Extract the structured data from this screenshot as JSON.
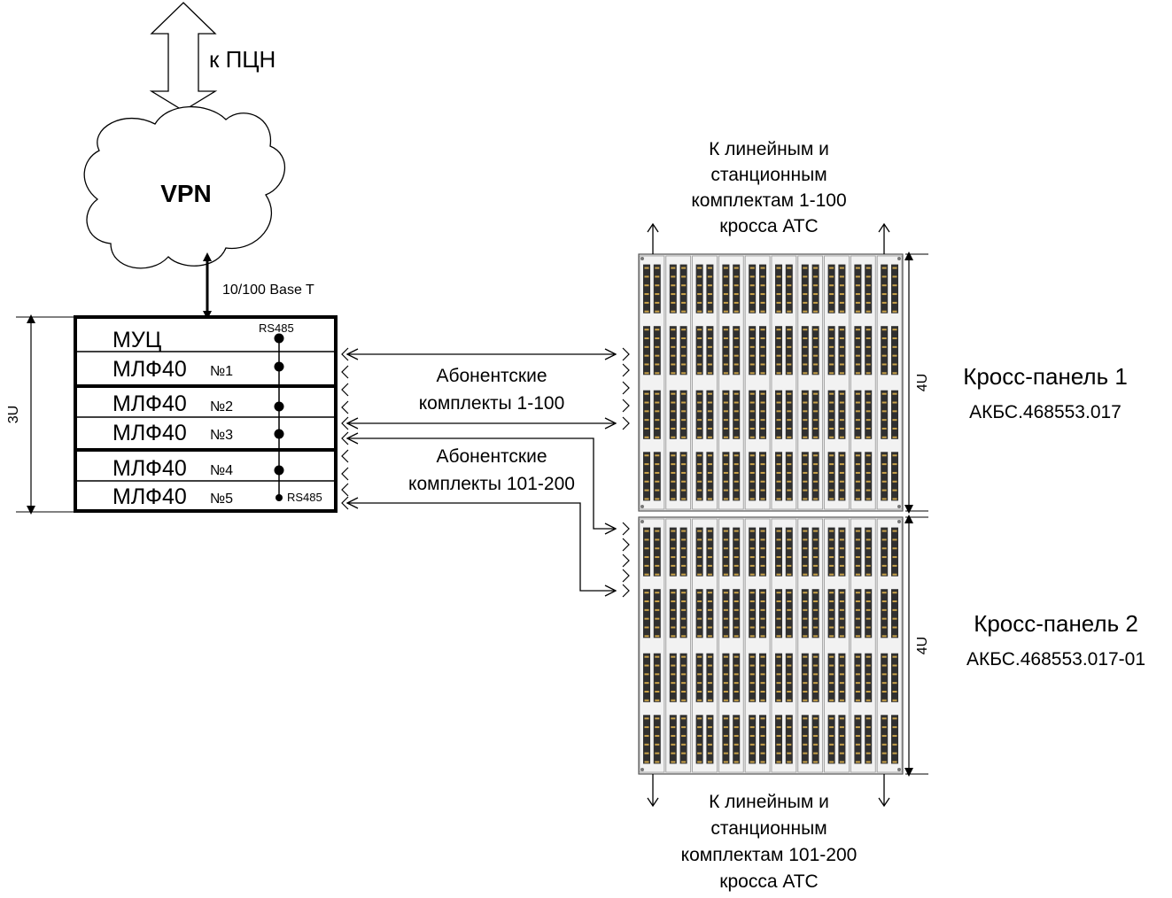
{
  "top_arrow_label": "к ПЦН",
  "cloud_label": "VPN",
  "link_label": "10/100 Base T",
  "rack": {
    "height_label": "3U",
    "rs485_top": "RS485",
    "rs485_bottom": "RS485",
    "modules": [
      {
        "name": "МУЦ",
        "num": ""
      },
      {
        "name": "МЛФ40",
        "num": "№1"
      },
      {
        "name": "МЛФ40",
        "num": "№2"
      },
      {
        "name": "МЛФ40",
        "num": "№3"
      },
      {
        "name": "МЛФ40",
        "num": "№4"
      },
      {
        "name": "МЛФ40",
        "num": "№5"
      }
    ]
  },
  "subscriber_sets_1": [
    "Абонентские",
    "комплекты 1-100"
  ],
  "subscriber_sets_2": [
    "Абонентские",
    "комплекты 101-200"
  ],
  "top_note": [
    "К линейным и",
    "станционным",
    "комплектам 1-100",
    "кросса АТС"
  ],
  "bottom_note": [
    "К линейным и",
    "станционным",
    "комплектам 101-200",
    "кросса АТС"
  ],
  "panel1": {
    "name": "Кросс-панель 1",
    "code": "АКБС.468553.017",
    "height_label": "4U"
  },
  "panel2": {
    "name": "Кросс-панель 2",
    "code": "АКБС.468553.017-01",
    "height_label": "4U"
  }
}
